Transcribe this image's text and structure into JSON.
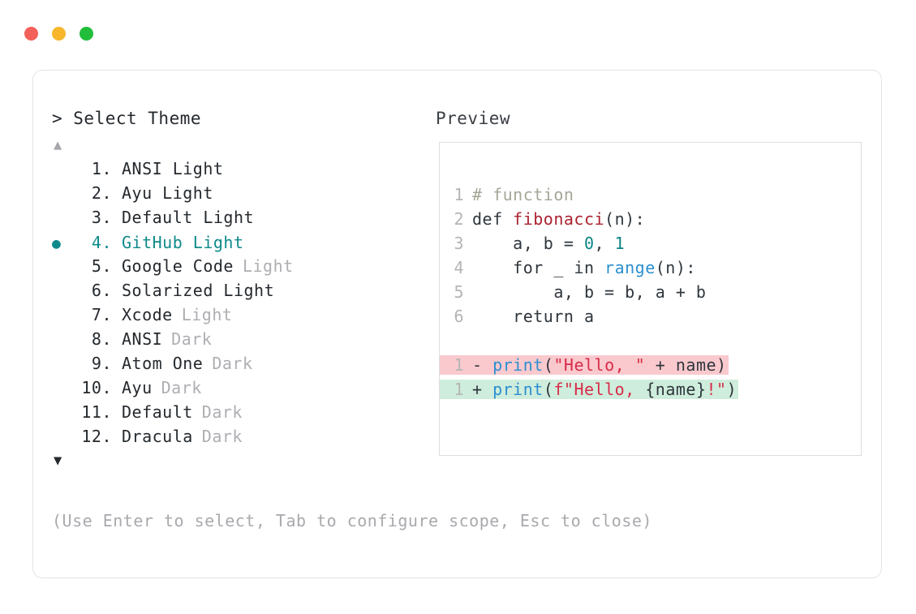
{
  "window": {
    "traffic_lights": [
      {
        "name": "close-dot",
        "color": "#f4605a"
      },
      {
        "name": "minimize-dot",
        "color": "#f7b62c"
      },
      {
        "name": "maximize-dot",
        "color": "#22bd3b"
      }
    ]
  },
  "prompt": {
    "title": "> Select Theme",
    "scroll_up": "▲",
    "scroll_down": "▼",
    "selected_index": 4,
    "bullet": "●",
    "accent_color": "#0f8a8a"
  },
  "themes": [
    {
      "index": "1.",
      "name": "ANSI Light",
      "variant": "",
      "selected": false
    },
    {
      "index": "2.",
      "name": "Ayu Light",
      "variant": "",
      "selected": false
    },
    {
      "index": "3.",
      "name": "Default Light",
      "variant": "",
      "selected": false
    },
    {
      "index": "4.",
      "name": "GitHub Light",
      "variant": "",
      "selected": true
    },
    {
      "index": "5.",
      "name": "Google Code",
      "variant": "Light",
      "selected": false
    },
    {
      "index": "6.",
      "name": "Solarized Light",
      "variant": "",
      "selected": false
    },
    {
      "index": "7.",
      "name": "Xcode",
      "variant": "Light",
      "selected": false
    },
    {
      "index": "8.",
      "name": "ANSI",
      "variant": "Dark",
      "selected": false
    },
    {
      "index": "9.",
      "name": "Atom One",
      "variant": "Dark",
      "selected": false
    },
    {
      "index": "10.",
      "name": "Ayu",
      "variant": "Dark",
      "selected": false
    },
    {
      "index": "11.",
      "name": "Default",
      "variant": "Dark",
      "selected": false
    },
    {
      "index": "12.",
      "name": "Dracula",
      "variant": "Dark",
      "selected": false
    }
  ],
  "preview": {
    "title": "Preview",
    "code_lines": [
      {
        "num": "1",
        "tokens": [
          {
            "t": "# function",
            "c": "tok-comment"
          }
        ]
      },
      {
        "num": "2",
        "tokens": [
          {
            "t": "def ",
            "c": "tok-kw"
          },
          {
            "t": "fibonacci",
            "c": "tok-fn"
          },
          {
            "t": "(n):",
            "c": "tok-plain"
          }
        ]
      },
      {
        "num": "3",
        "tokens": [
          {
            "t": "    a, b = ",
            "c": "tok-plain"
          },
          {
            "t": "0",
            "c": "tok-num"
          },
          {
            "t": ", ",
            "c": "tok-plain"
          },
          {
            "t": "1",
            "c": "tok-num"
          }
        ]
      },
      {
        "num": "4",
        "tokens": [
          {
            "t": "    for _ in ",
            "c": "tok-plain"
          },
          {
            "t": "range",
            "c": "tok-builtin"
          },
          {
            "t": "(n):",
            "c": "tok-plain"
          }
        ]
      },
      {
        "num": "5",
        "tokens": [
          {
            "t": "        a, b = b, a + b",
            "c": "tok-plain"
          }
        ]
      },
      {
        "num": "6",
        "tokens": [
          {
            "t": "    return a",
            "c": "tok-plain"
          }
        ]
      }
    ],
    "diff_lines": [
      {
        "num": "1",
        "kind": "removed",
        "sign": "-",
        "tokens": [
          {
            "t": "print",
            "c": "tok-builtin"
          },
          {
            "t": "(",
            "c": "tok-plain"
          },
          {
            "t": "\"Hello, \"",
            "c": "tok-str"
          },
          {
            "t": " + name)",
            "c": "tok-plain"
          }
        ]
      },
      {
        "num": "1",
        "kind": "added",
        "sign": "+",
        "tokens": [
          {
            "t": "print",
            "c": "tok-builtin"
          },
          {
            "t": "(",
            "c": "tok-plain"
          },
          {
            "t": "f\"Hello, ",
            "c": "tok-str"
          },
          {
            "t": "{name}",
            "c": "tok-plain"
          },
          {
            "t": "!\"",
            "c": "tok-str"
          },
          {
            "t": ")",
            "c": "tok-plain"
          }
        ]
      }
    ],
    "diff_colors": {
      "removed_bg": "#fac9ce",
      "added_bg": "#cfeddc"
    }
  },
  "footer": {
    "hint": "(Use Enter to select, Tab to configure scope, Esc to close)"
  }
}
